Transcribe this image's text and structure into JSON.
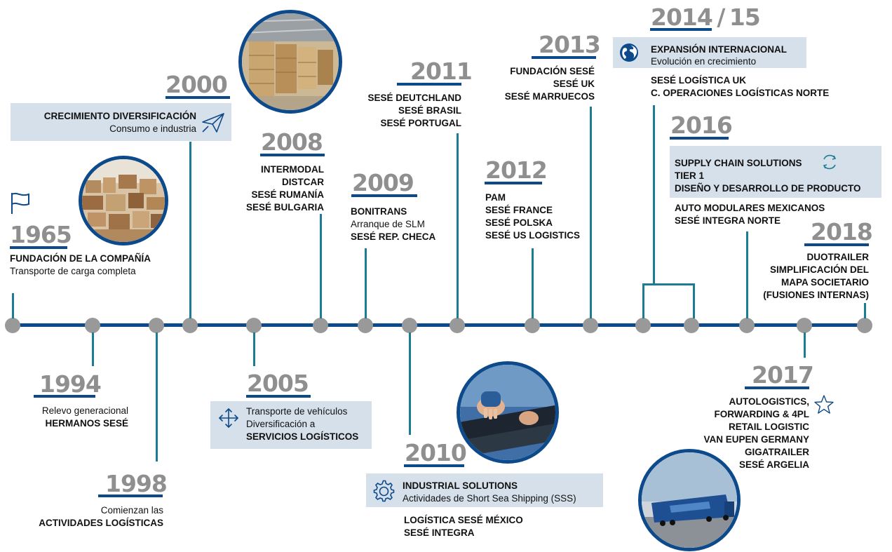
{
  "colors": {
    "accent": "#0d4a8b",
    "connector": "#1b7c93",
    "year": "#8f8f8f",
    "box": "#d6e0ea",
    "dot": "#999999"
  },
  "events": {
    "e1965": {
      "year": "1965",
      "title": "FUNDACIÓN DE LA COMPAÑÍA",
      "subtitle": "Transporte de carga completa"
    },
    "e1994": {
      "year": "1994",
      "line1": "Relevo generacional",
      "line2": "HERMANOS SESÉ"
    },
    "e1998": {
      "year": "1998",
      "line1": "Comienzan las",
      "line2": "ACTIVIDADES LOGÍSTICAS"
    },
    "e2000": {
      "year": "2000",
      "title": "CRECIMIENTO DIVERSIFICACIÓN",
      "subtitle": "Consumo e industria"
    },
    "e2005": {
      "year": "2005",
      "line1": "Transporte de vehículos",
      "line2": "Diversificación a",
      "line3": "SERVICIOS LOGÍSTICOS"
    },
    "e2008": {
      "year": "2008",
      "items": [
        "INTERMODAL",
        "DISTCAR",
        "SESÉ RUMANÍA",
        "SESÉ BULGARIA"
      ]
    },
    "e2009": {
      "year": "2009",
      "line1": "BONITRANS",
      "line2": "Arranque de SLM",
      "line3": "SESÉ REP. CHECA"
    },
    "e2010": {
      "year": "2010",
      "title": "INDUSTRIAL SOLUTIONS",
      "subtitle": "Actividades de Short Sea Shipping (SSS)",
      "items": [
        "LOGÍSTICA SESÉ MÉXICO",
        "SESÉ INTEGRA"
      ]
    },
    "e2011": {
      "year": "2011",
      "items": [
        "SESÉ DEUTCHLAND",
        "SESÉ BRASIL",
        "SESÉ PORTUGAL"
      ]
    },
    "e2012": {
      "year": "2012",
      "items": [
        "PAM",
        "SESÉ FRANCE",
        "SESÉ POLSKA",
        "SESÉ US LOGISTICS"
      ]
    },
    "e2013": {
      "year": "2013",
      "items": [
        "FUNDACIÓN SESÉ",
        "SESÉ UK",
        "SESÉ MARRUECOS"
      ]
    },
    "e2014": {
      "year": "2014",
      "sep": "/",
      "year2": "15",
      "title": "EXPANSIÓN INTERNACIONAL",
      "subtitle": "Evolución en crecimiento",
      "items": [
        "SESÉ LOGÍSTICA UK",
        "C. OPERACIONES LOGÍSTICAS NORTE"
      ]
    },
    "e2016": {
      "year": "2016",
      "box_items": [
        "SUPPLY CHAIN SOLUTIONS",
        "TIER 1",
        "DISEÑO Y DESARROLLO DE PRODUCTO"
      ],
      "items": [
        "AUTO MODULARES MEXICANOS",
        "SESÉ INTEGRA NORTE"
      ]
    },
    "e2017": {
      "year": "2017",
      "items": [
        "AUTOLOGISTICS,",
        "FORWARDING & 4PL",
        "RETAIL LOGISTIC",
        "VAN EUPEN GERMANY",
        "GIGATRAILER",
        "SESÉ ARGELIA"
      ]
    },
    "e2018": {
      "year": "2018",
      "items": [
        "DUOTRAILER",
        "SIMPLIFICACIÓN DEL",
        "MAPA SOCIETARIO",
        "(FUSIONES INTERNAS)"
      ]
    }
  },
  "icons": [
    "flag-icon",
    "paper-plane-icon",
    "move-arrows-icon",
    "gear-icon",
    "globe-icon",
    "refresh-icon",
    "star-icon"
  ],
  "photos": [
    "village-photo",
    "warehouse-photo",
    "industrial-hands-photo",
    "trucks-photo"
  ]
}
